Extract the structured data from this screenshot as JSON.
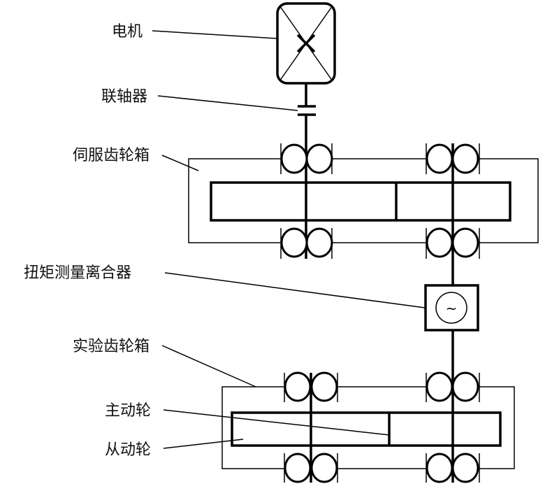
{
  "labels": {
    "motor": "电机",
    "coupling": "联轴器",
    "servo_gearbox": "伺服齿轮箱",
    "torque_clutch": "扭矩测量离合器",
    "test_gearbox": "实验齿轮箱",
    "driving_gear": "主动轮",
    "driven_gear": "从动轮"
  },
  "symbols": {
    "clutch_glyph": "~"
  }
}
